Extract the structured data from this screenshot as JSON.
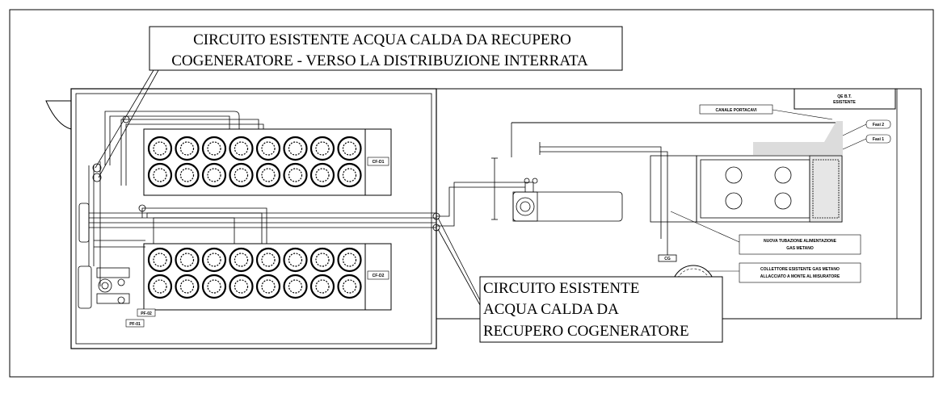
{
  "labels": {
    "top_callout_line1": "CIRCUITO ESISTENTE ACQUA CALDA DA RECUPERO",
    "top_callout_line2": "COGENERATORE - VERSO LA DISTRIBUZIONE INTERRATA",
    "bottom_callout_line1": "CIRCUITO ESISTENTE",
    "bottom_callout_line2": "ACQUA CALDA DA",
    "bottom_callout_line3": "RECUPERO  COGENERATORE",
    "qe_line1": "QE B.T.",
    "qe_line2": "ESISTENTE",
    "canale": "CANALE PORTACAVI",
    "fase2": "Fasi 2",
    "fase1": "Fasi 1",
    "gas_line1": "NUOVA TUBAZIONE  ALIMENTAZIONE",
    "gas_line2": "GAS METANO",
    "collettore_line1": "COLLETTORE ESISTENTE GAS METANO",
    "collettore_line2": "ALLACCIATO A MONTE AL MISURATORE",
    "dry_cooler_1": "CF-D1",
    "dry_cooler_2": "CF-D2",
    "pump_1": "PF-01",
    "pump_2": "PF-02",
    "meter_tag": "CG"
  }
}
